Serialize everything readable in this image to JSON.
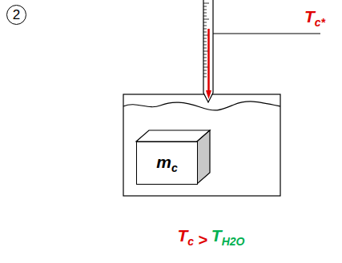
{
  "diagram": {
    "nodes": [
      {
        "text": [
          "2"
        ]
      },
      {
        "text": [
          "mc"
        ]
      }
    ],
    "labels": [
      "Tc*",
      "Tc",
      ">",
      "TH2O"
    ]
  }
}
